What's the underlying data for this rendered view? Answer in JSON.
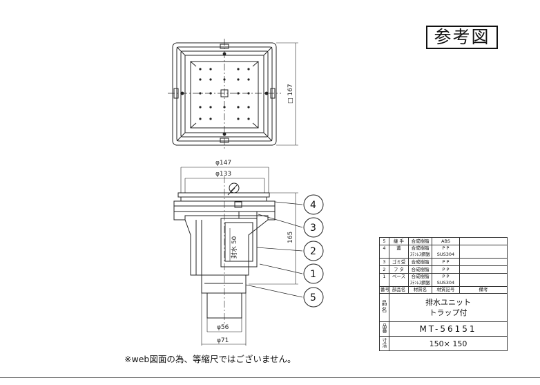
{
  "stamp": "参考図",
  "note": "※web図面の為、等縮尺ではございません。",
  "dimensions": {
    "square": "□ 167",
    "outer_dia": "φ147",
    "inner_dia": "φ133",
    "height": "165",
    "seal": "封水 50",
    "pipe_inner": "φ56",
    "pipe_outer": "φ71"
  },
  "callouts": [
    "4",
    "3",
    "2",
    "1",
    "5"
  ],
  "parts_table": {
    "rows": [
      {
        "no": "5",
        "name": "継 手",
        "material": "合成樹脂",
        "material2": "",
        "code": "ABS",
        "code2": "",
        "remark": ""
      },
      {
        "no": "4",
        "name": "蓋",
        "material": "合成樹脂",
        "material2": "ｽﾃﾝﾚｽ鋼鈑",
        "code": "P P",
        "code2": "SUS304",
        "remark": ""
      },
      {
        "no": "3",
        "name": "ゴミ受",
        "material": "合成樹脂",
        "material2": "",
        "code": "P P",
        "code2": "",
        "remark": ""
      },
      {
        "no": "2",
        "name": "フ タ",
        "material": "合成樹脂",
        "material2": "",
        "code": "P P",
        "code2": "",
        "remark": ""
      },
      {
        "no": "1",
        "name": "ベース",
        "material": "合成樹脂",
        "material2": "ｽﾃﾝﾚｽ鋼鈑",
        "code": "P P",
        "code2": "SUS304",
        "remark": ""
      }
    ],
    "header": {
      "no": "番号",
      "name": "部品名",
      "material": "材質名",
      "code": "材質記号",
      "remark": "備考"
    },
    "title_label": "品名",
    "title_line1": "排水ユニット",
    "title_line2": "トラップ付",
    "model_label": "品番",
    "model": "MT-56151",
    "size_label": "寸法",
    "size": "150× 150"
  }
}
